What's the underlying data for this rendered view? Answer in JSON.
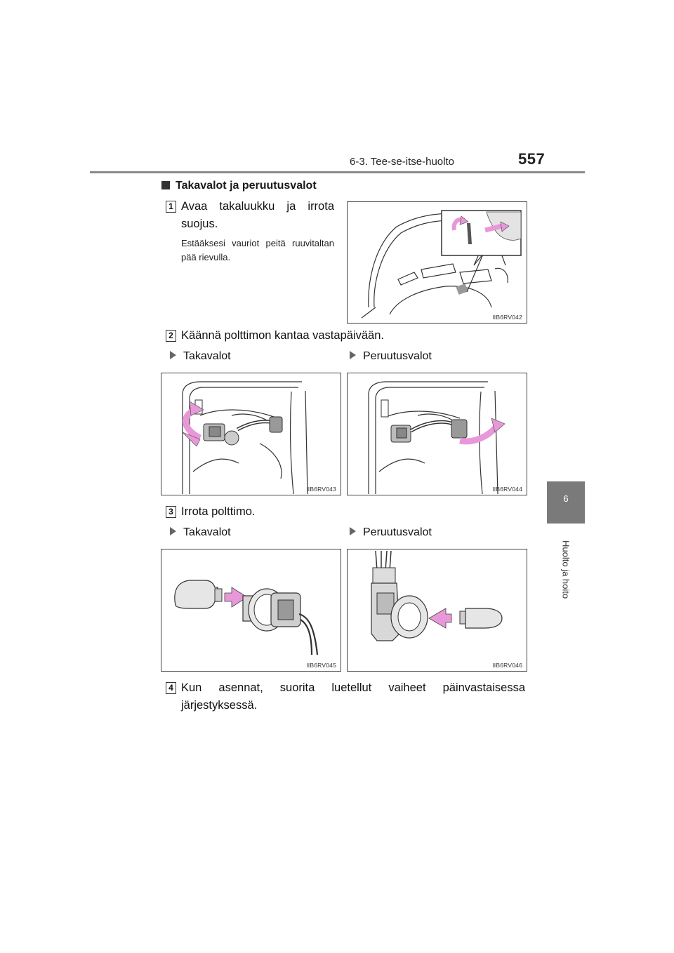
{
  "header": {
    "section": "6-3. Tee-se-itse-huolto",
    "page_number": "557"
  },
  "side_tab": {
    "chapter_number": "6",
    "chapter_label": "Huolto ja hoito"
  },
  "section_title": "Takavalot ja peruutusvalot",
  "steps": [
    {
      "number": "1",
      "text": "Avaa takaluukku ja irrota suojus.",
      "note": "Estääksesi vauriot peitä ruuvitaltan pää rievulla."
    },
    {
      "number": "2",
      "text": "Käännä polttimon kantaa vastapäivään."
    },
    {
      "number": "3",
      "text": "Irrota polttimo."
    },
    {
      "number": "4",
      "text": "Kun asennat, suorita luetellut vaiheet päinvastaisessa järjestyksessä."
    }
  ],
  "sub_headings": {
    "rear_lights": "Takavalot",
    "reverse_lights": "Peruutusvalot"
  },
  "figures": {
    "f1": "IIB6RV042",
    "f2": "IIB6RV043",
    "f3": "IIB6RV044",
    "f4": "IIB6RV045",
    "f5": "IIB6RV046"
  },
  "colors": {
    "arrow_pink": "#e898d8",
    "tab_gray": "#7a7a7a",
    "rule_gray": "#8a8a8a"
  }
}
